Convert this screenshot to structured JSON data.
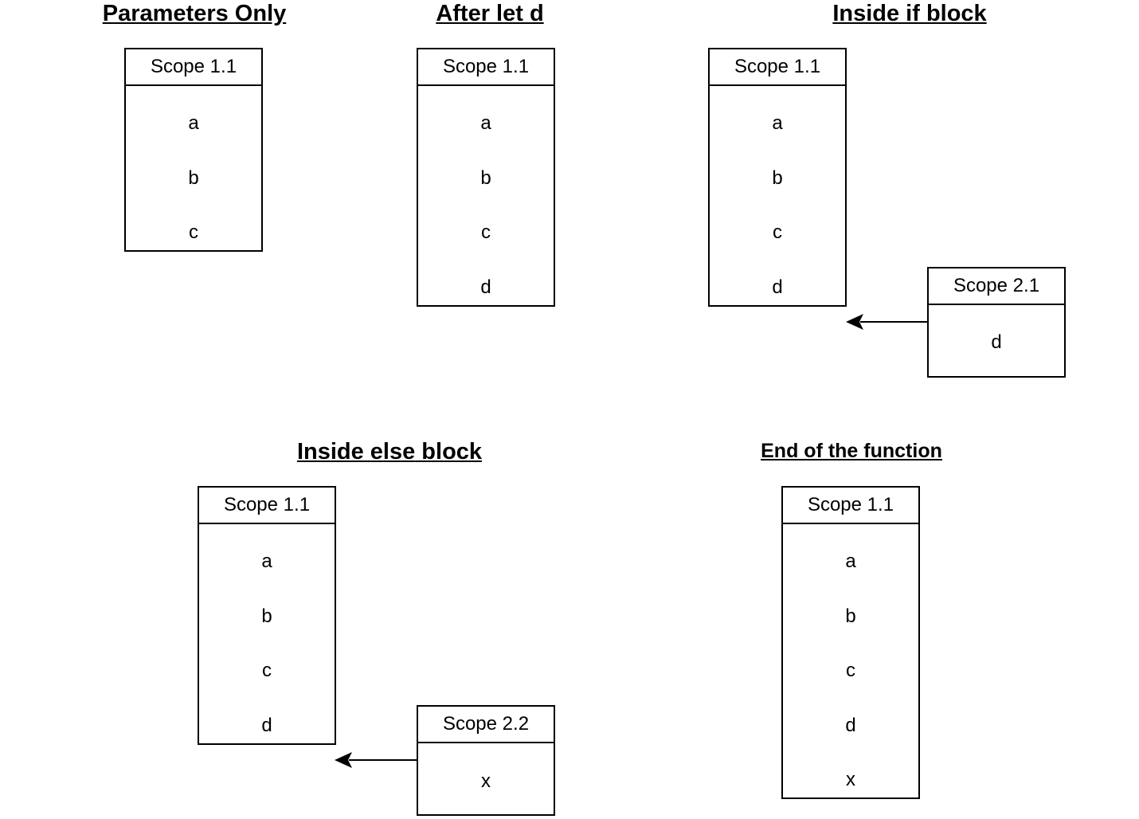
{
  "panels": [
    {
      "title": "Parameters Only",
      "scopes": [
        {
          "label": "Scope 1.1",
          "vars": [
            "a",
            "b",
            "c"
          ]
        }
      ]
    },
    {
      "title": "After let d",
      "scopes": [
        {
          "label": "Scope 1.1",
          "vars": [
            "a",
            "b",
            "c",
            "d"
          ]
        }
      ]
    },
    {
      "title": "Inside if block",
      "scopes": [
        {
          "label": "Scope 1.1",
          "vars": [
            "a",
            "b",
            "c",
            "d"
          ]
        },
        {
          "label": "Scope 2.1",
          "vars": [
            "d"
          ]
        }
      ]
    },
    {
      "title": "Inside else block",
      "scopes": [
        {
          "label": "Scope 1.1",
          "vars": [
            "a",
            "b",
            "c",
            "d"
          ]
        },
        {
          "label": "Scope 2.2",
          "vars": [
            "x"
          ]
        }
      ]
    },
    {
      "title": "End of the function",
      "scopes": [
        {
          "label": "Scope 1.1",
          "vars": [
            "a",
            "b",
            "c",
            "d",
            "x"
          ]
        }
      ]
    }
  ]
}
